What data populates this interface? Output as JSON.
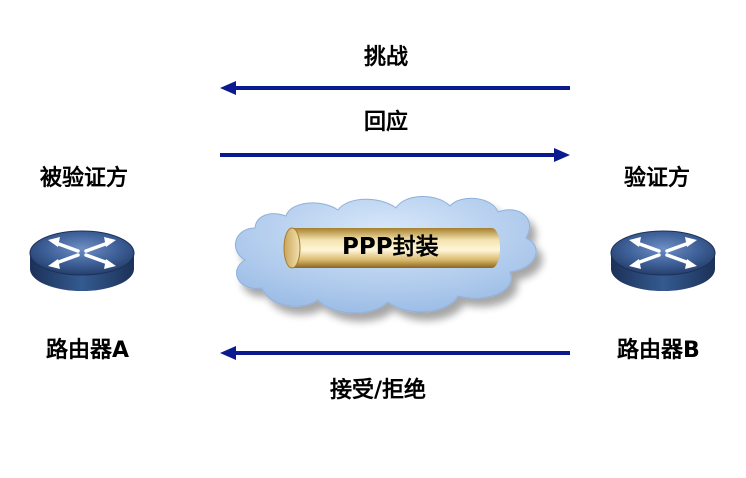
{
  "messages": {
    "challenge": "挑战",
    "response": "回应",
    "accept_reject": "接受/拒绝"
  },
  "roles": {
    "verified": "被验证方",
    "verifier": "验证方"
  },
  "routers": {
    "a": "路由器A",
    "b": "路由器B"
  },
  "tunnel": {
    "label": "PPP封装"
  },
  "colors": {
    "arrow": "#0c1a90",
    "cloud": "#a9c7ec",
    "router": "#2c4a7a",
    "tunnel": "#e0c98a"
  }
}
